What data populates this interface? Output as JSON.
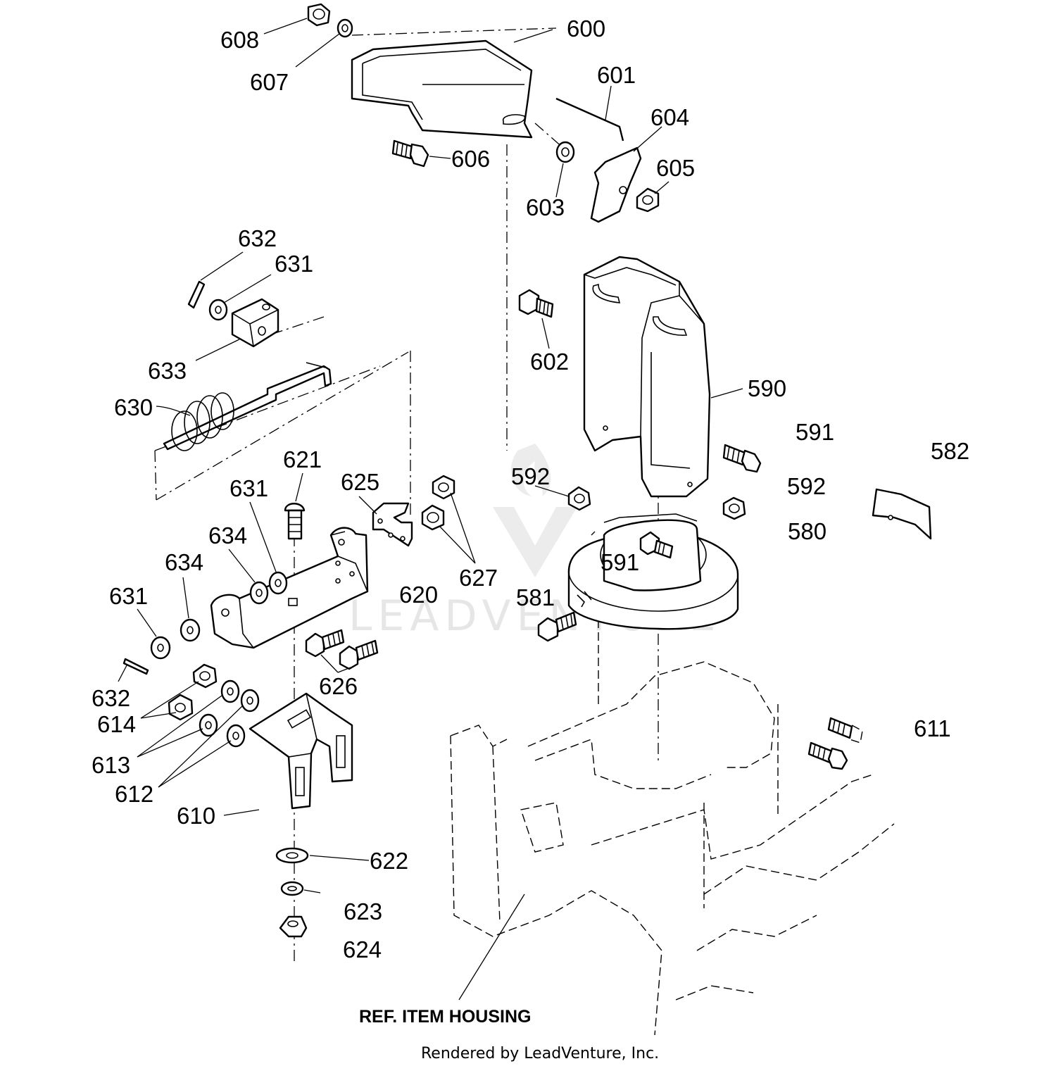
{
  "labels": {
    "p600": "600",
    "p601": "601",
    "p604": "604",
    "p605": "605",
    "p603": "603",
    "p606": "606",
    "p608": "608",
    "p607": "607",
    "p632a": "632",
    "p631a": "631",
    "p633": "633",
    "p630": "630",
    "p602": "602",
    "p590": "590",
    "p591a": "591",
    "p582": "582",
    "p592a": "592",
    "p592b": "592",
    "p580": "580",
    "p591b": "591",
    "p621": "621",
    "p625": "625",
    "p631b": "631",
    "p634a": "634",
    "p634b": "634",
    "p631c": "631",
    "p620": "620",
    "p627": "627",
    "p581": "581",
    "p626": "626",
    "p632b": "632",
    "p614": "614",
    "p613": "613",
    "p612": "612",
    "p610": "610",
    "p611": "611",
    "p622": "622",
    "p623": "623",
    "p624": "624"
  },
  "ref_label": "REF. ITEM HOUSING",
  "credit": "Rendered by LeadVenture, Inc.",
  "watermark": "LEADVENTURE"
}
